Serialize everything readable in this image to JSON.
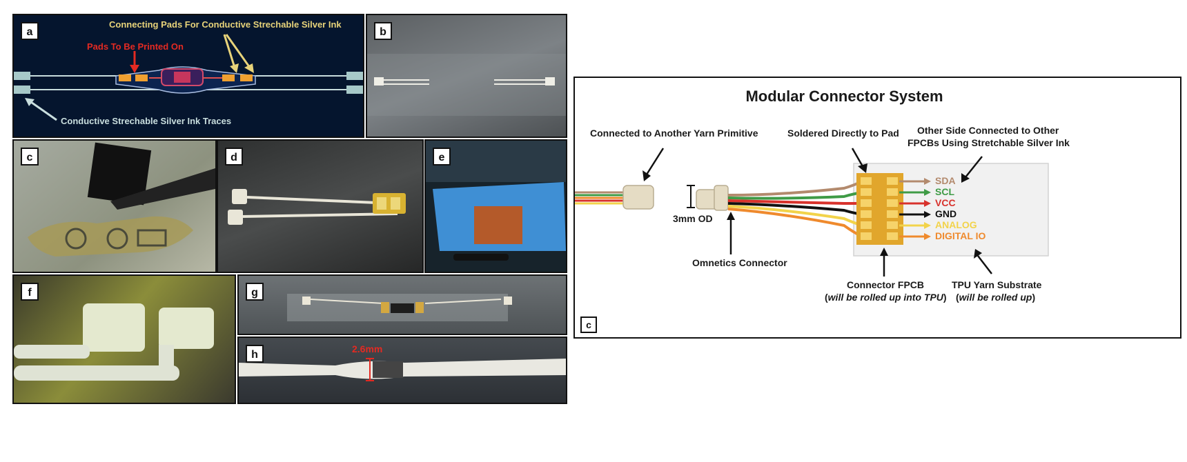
{
  "panel_a": {
    "label": "a",
    "pads_text": "Pads To Be Printed On",
    "connecting_text": "Connecting Pads For Conductive Strechable Silver Ink",
    "traces_text": "Conductive Strechable Silver Ink Traces"
  },
  "panel_b": {
    "label": "b"
  },
  "panel_c": {
    "label": "c"
  },
  "panel_d": {
    "label": "d"
  },
  "panel_e": {
    "label": "e"
  },
  "panel_f": {
    "label": "f"
  },
  "panel_g": {
    "label": "g"
  },
  "panel_h": {
    "label": "h",
    "measure": "2.6mm"
  },
  "connector": {
    "label": "c",
    "title": "Modular Connector System",
    "another_yarn": "Connected to Another Yarn Primitive",
    "soldered": "Soldered Directly to Pad",
    "other_side_1": "Other Side Connected to Other",
    "other_side_2": "FPCBs Using Stretchable Silver Ink",
    "od": "3mm OD",
    "omnetics": "Omnetics Connector",
    "fpcb_1": "Connector FPCB",
    "fpcb_2_pre": "(",
    "fpcb_2_it": "will be rolled up into TPU",
    "fpcb_2_post": ")",
    "tpu_1": "TPU Yarn Substrate",
    "tpu_2_pre": "(",
    "tpu_2_it": "will be rolled up",
    "tpu_2_post": ")",
    "signals": [
      {
        "name": "SDA",
        "color": "#b38a6d"
      },
      {
        "name": "SCL",
        "color": "#3f9b46"
      },
      {
        "name": "VCC",
        "color": "#d8322c"
      },
      {
        "name": "GND",
        "color": "#111111"
      },
      {
        "name": "ANALOG",
        "color": "#f2d34a"
      },
      {
        "name": "DIGITAL IO",
        "color": "#ef8a2d"
      }
    ]
  }
}
